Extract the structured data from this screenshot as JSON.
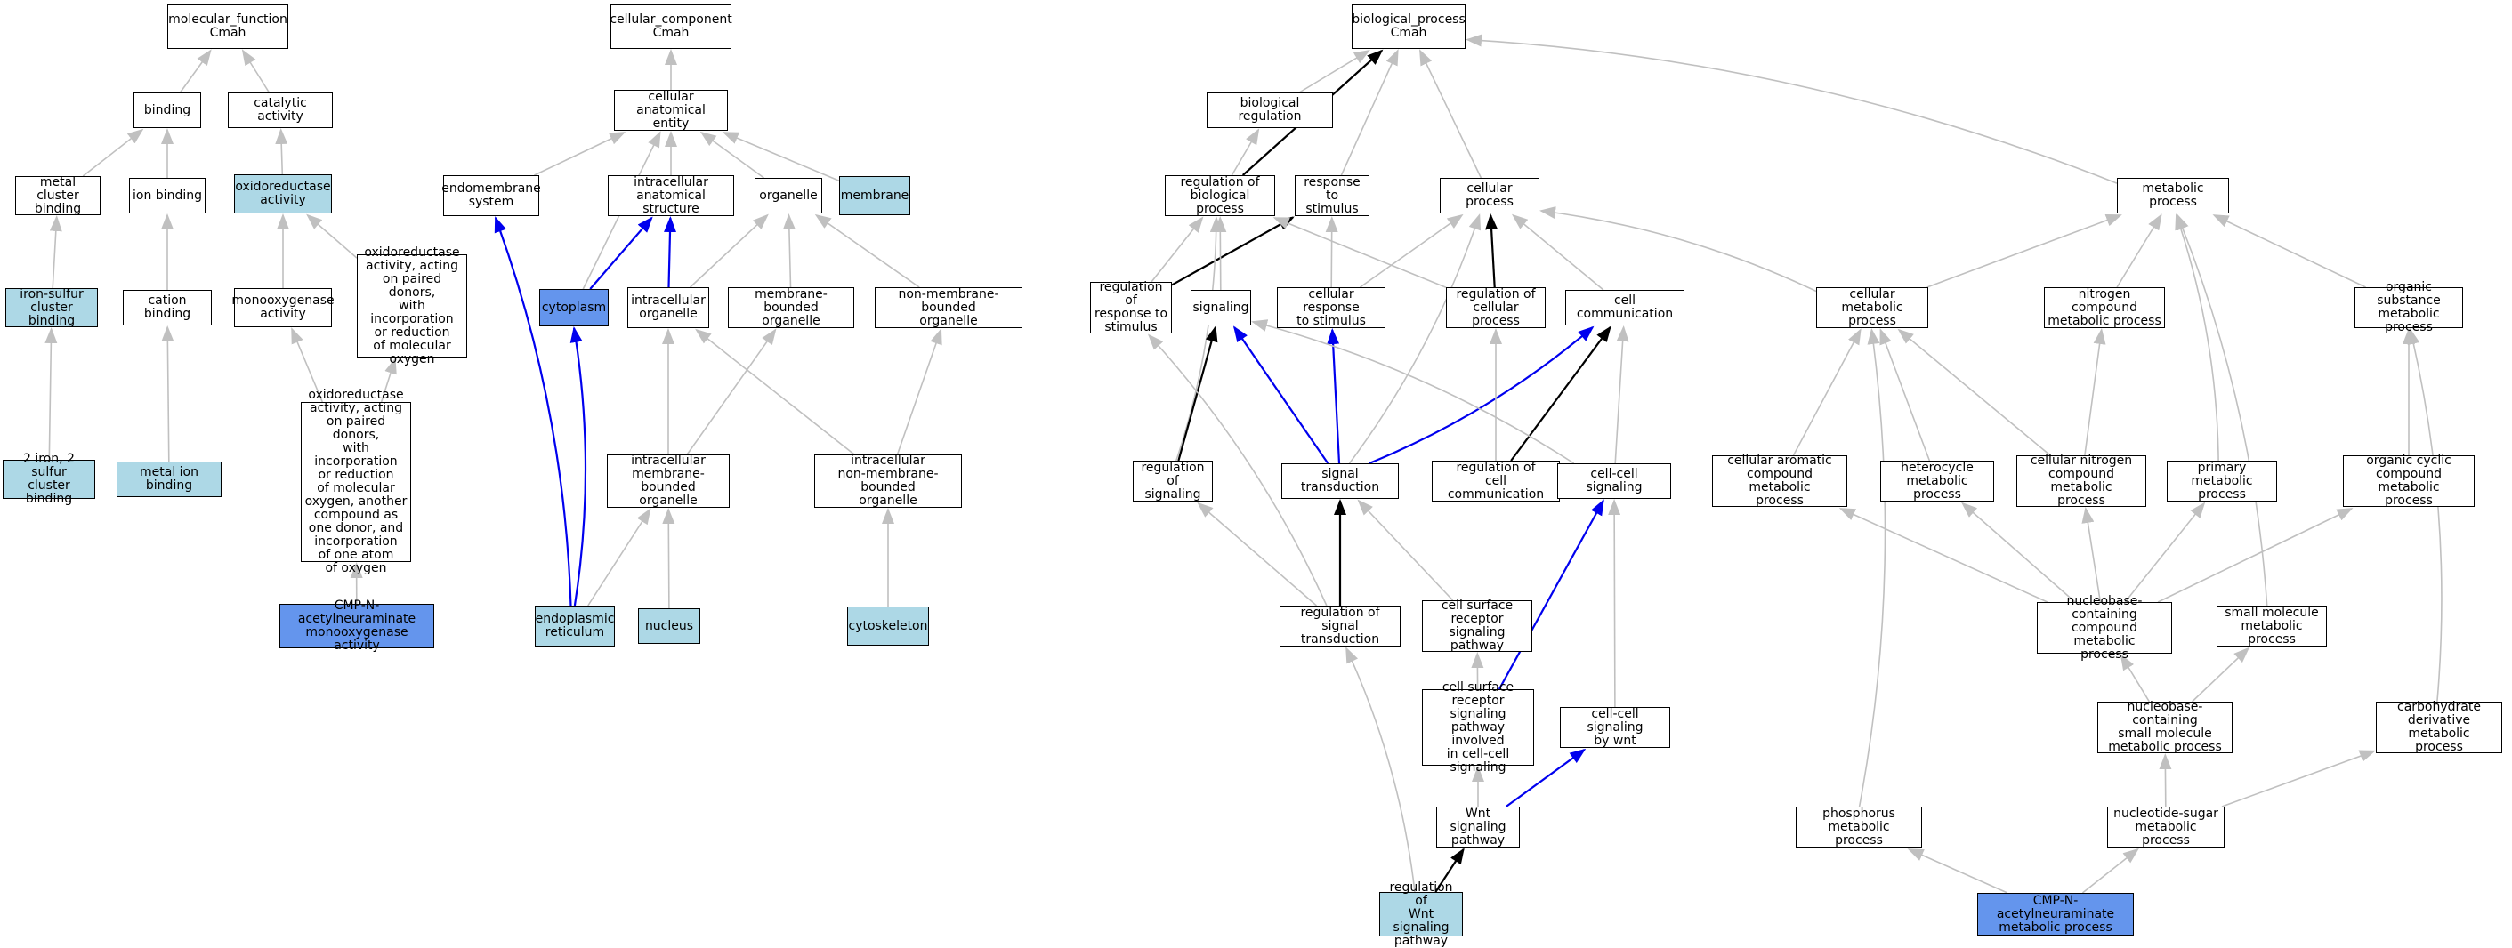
{
  "nodes": [
    {
      "id": "mf",
      "label": "molecular_function\nCmah",
      "color": "white"
    },
    {
      "id": "cc",
      "label": "cellular_component\nCmah",
      "color": "white"
    },
    {
      "id": "bp",
      "label": "biological_process\nCmah",
      "color": "white"
    },
    {
      "id": "binding",
      "label": "binding",
      "color": "white"
    },
    {
      "id": "catalytic",
      "label": "catalytic activity",
      "color": "white"
    },
    {
      "id": "metalcluster",
      "label": "metal cluster\nbinding",
      "color": "white"
    },
    {
      "id": "ionbinding",
      "label": "ion binding",
      "color": "white"
    },
    {
      "id": "oxred",
      "label": "oxidoreductase\nactivity",
      "color": "light"
    },
    {
      "id": "ironsulfur",
      "label": "iron-sulfur\ncluster binding",
      "color": "light"
    },
    {
      "id": "cationbinding",
      "label": "cation binding",
      "color": "white"
    },
    {
      "id": "monoox",
      "label": "monooxygenase\nactivity",
      "color": "white"
    },
    {
      "id": "oxredpaired",
      "label": "oxidoreductase\nactivity, acting\non paired donors,\nwith incorporation\nor reduction\nof molecular\noxygen",
      "color": "white"
    },
    {
      "id": "fe2s2",
      "label": "2 iron, 2 sulfur\ncluster binding",
      "color": "light"
    },
    {
      "id": "metalion",
      "label": "metal ion binding",
      "color": "light"
    },
    {
      "id": "oxredlong",
      "label": "oxidoreductase\nactivity, acting\non paired donors,\nwith incorporation\nor reduction\nof molecular\noxygen, another\ncompound as\none donor, and\nincorporation\nof one atom\nof oxygen",
      "color": "white"
    },
    {
      "id": "cmahact",
      "label": "CMP-N-acetylneuraminate\nmonooxygenase\nactivity",
      "color": "dark"
    },
    {
      "id": "cae",
      "label": "cellular anatomical\nentity",
      "color": "white"
    },
    {
      "id": "endomem",
      "label": "endomembrane\nsystem",
      "color": "white"
    },
    {
      "id": "intraanat",
      "label": "intracellular\nanatomical structure",
      "color": "white"
    },
    {
      "id": "organelle",
      "label": "organelle",
      "color": "white"
    },
    {
      "id": "membrane",
      "label": "membrane",
      "color": "light"
    },
    {
      "id": "cytoplasm",
      "label": "cytoplasm",
      "color": "dark"
    },
    {
      "id": "intraorg",
      "label": "intracellular\norganelle",
      "color": "white"
    },
    {
      "id": "membound",
      "label": "membrane-bounded\norganelle",
      "color": "white"
    },
    {
      "id": "nonmembound",
      "label": "non-membrane-bounded\norganelle",
      "color": "white"
    },
    {
      "id": "intramembound",
      "label": "intracellular\nmembrane-bounded\norganelle",
      "color": "white"
    },
    {
      "id": "intranonmem",
      "label": "intracellular\nnon-membrane-bounded\norganelle",
      "color": "white"
    },
    {
      "id": "er",
      "label": "endoplasmic\nreticulum",
      "color": "light"
    },
    {
      "id": "nucleus",
      "label": "nucleus",
      "color": "light"
    },
    {
      "id": "cytoskeleton",
      "label": "cytoskeleton",
      "color": "light"
    },
    {
      "id": "bioreg",
      "label": "biological regulation",
      "color": "white"
    },
    {
      "id": "regbp",
      "label": "regulation of\nbiological process",
      "color": "white"
    },
    {
      "id": "resp",
      "label": "response to\nstimulus",
      "color": "white"
    },
    {
      "id": "cellproc",
      "label": "cellular process",
      "color": "white"
    },
    {
      "id": "metproc",
      "label": "metabolic process",
      "color": "white"
    },
    {
      "id": "regresp",
      "label": "regulation of\nresponse to\nstimulus",
      "color": "white"
    },
    {
      "id": "signaling",
      "label": "signaling",
      "color": "white"
    },
    {
      "id": "cellresp",
      "label": "cellular response\nto stimulus",
      "color": "white"
    },
    {
      "id": "regcellproc",
      "label": "regulation of\ncellular process",
      "color": "white"
    },
    {
      "id": "cellcomm",
      "label": "cell communication",
      "color": "white"
    },
    {
      "id": "cellmet",
      "label": "cellular metabolic\nprocess",
      "color": "white"
    },
    {
      "id": "nitromet",
      "label": "nitrogen compound\nmetabolic process",
      "color": "white"
    },
    {
      "id": "orgsub",
      "label": "organic substance\nmetabolic process",
      "color": "white"
    },
    {
      "id": "regsig",
      "label": "regulation of\nsignaling",
      "color": "white"
    },
    {
      "id": "sigtrans",
      "label": "signal transduction",
      "color": "white"
    },
    {
      "id": "regcellcomm",
      "label": "regulation of\ncell communication",
      "color": "white"
    },
    {
      "id": "cellcellsig",
      "label": "cell-cell signaling",
      "color": "white"
    },
    {
      "id": "cellarom",
      "label": "cellular aromatic\ncompound metabolic\nprocess",
      "color": "white"
    },
    {
      "id": "heterocycle",
      "label": "heterocycle\nmetabolic process",
      "color": "white"
    },
    {
      "id": "cellnitro",
      "label": "cellular nitrogen\ncompound metabolic\nprocess",
      "color": "white"
    },
    {
      "id": "primary",
      "label": "primary metabolic\nprocess",
      "color": "white"
    },
    {
      "id": "orgcyclic",
      "label": "organic cyclic\ncompound metabolic\nprocess",
      "color": "white"
    },
    {
      "id": "regsigtrans",
      "label": "regulation of\nsignal transduction",
      "color": "white"
    },
    {
      "id": "csrsp",
      "label": "cell surface\nreceptor signaling\npathway",
      "color": "white"
    },
    {
      "id": "nbcmp",
      "label": "nucleobase-containing\ncompound metabolic\nprocess",
      "color": "white"
    },
    {
      "id": "smallmol",
      "label": "small molecule\nmetabolic process",
      "color": "white"
    },
    {
      "id": "csrspcc",
      "label": "cell surface\nreceptor signaling\npathway involved\nin cell-cell\nsignaling",
      "color": "white"
    },
    {
      "id": "ccwnt",
      "label": "cell-cell signaling\nby wnt",
      "color": "white"
    },
    {
      "id": "nbsmall",
      "label": "nucleobase-containing\nsmall molecule\nmetabolic process",
      "color": "white"
    },
    {
      "id": "carbo",
      "label": "carbohydrate\nderivative metabolic\nprocess",
      "color": "white"
    },
    {
      "id": "wnt",
      "label": "Wnt signaling\npathway",
      "color": "white"
    },
    {
      "id": "phos",
      "label": "phosphorus metabolic\nprocess",
      "color": "white"
    },
    {
      "id": "nucsugar",
      "label": "nucleotide-sugar\nmetabolic process",
      "color": "white"
    },
    {
      "id": "regwnt",
      "label": "regulation of\nWnt signaling\npathway",
      "color": "light"
    },
    {
      "id": "cmahproc",
      "label": "CMP-N-acetylneuraminate\nmetabolic process",
      "color": "dark"
    }
  ],
  "edges": [
    {
      "from": "binding",
      "to": "mf",
      "kind": "is_a"
    },
    {
      "from": "catalytic",
      "to": "mf",
      "kind": "is_a"
    },
    {
      "from": "metalcluster",
      "to": "binding",
      "kind": "is_a"
    },
    {
      "from": "ionbinding",
      "to": "binding",
      "kind": "is_a"
    },
    {
      "from": "oxred",
      "to": "catalytic",
      "kind": "is_a"
    },
    {
      "from": "ironsulfur",
      "to": "metalcluster",
      "kind": "is_a"
    },
    {
      "from": "cationbinding",
      "to": "ionbinding",
      "kind": "is_a"
    },
    {
      "from": "monoox",
      "to": "oxred",
      "kind": "is_a"
    },
    {
      "from": "oxredpaired",
      "to": "oxred",
      "kind": "is_a"
    },
    {
      "from": "fe2s2",
      "to": "ironsulfur",
      "kind": "is_a"
    },
    {
      "from": "metalion",
      "to": "cationbinding",
      "kind": "is_a"
    },
    {
      "from": "oxredlong",
      "to": "monoox",
      "kind": "is_a"
    },
    {
      "from": "oxredlong",
      "to": "oxredpaired",
      "kind": "is_a"
    },
    {
      "from": "cmahact",
      "to": "oxredlong",
      "kind": "is_a"
    },
    {
      "from": "cae",
      "to": "cc",
      "kind": "is_a"
    },
    {
      "from": "endomem",
      "to": "cae",
      "kind": "is_a"
    },
    {
      "from": "intraanat",
      "to": "cae",
      "kind": "is_a"
    },
    {
      "from": "organelle",
      "to": "cae",
      "kind": "is_a"
    },
    {
      "from": "membrane",
      "to": "cae",
      "kind": "is_a"
    },
    {
      "from": "cytoplasm",
      "to": "cae",
      "kind": "is_a"
    },
    {
      "from": "cytoplasm",
      "to": "intraanat",
      "kind": "part_of"
    },
    {
      "from": "intraorg",
      "to": "intraanat",
      "kind": "part_of"
    },
    {
      "from": "intraorg",
      "to": "organelle",
      "kind": "is_a"
    },
    {
      "from": "membound",
      "to": "organelle",
      "kind": "is_a"
    },
    {
      "from": "nonmembound",
      "to": "organelle",
      "kind": "is_a"
    },
    {
      "from": "intramembound",
      "to": "intraorg",
      "kind": "is_a"
    },
    {
      "from": "intramembound",
      "to": "membound",
      "kind": "is_a"
    },
    {
      "from": "intranonmem",
      "to": "intraorg",
      "kind": "is_a"
    },
    {
      "from": "intranonmem",
      "to": "nonmembound",
      "kind": "is_a"
    },
    {
      "from": "er",
      "to": "intramembound",
      "kind": "is_a"
    },
    {
      "from": "er",
      "to": "cytoplasm",
      "kind": "part_of"
    },
    {
      "from": "er",
      "to": "endomem",
      "kind": "part_of"
    },
    {
      "from": "nucleus",
      "to": "intramembound",
      "kind": "is_a"
    },
    {
      "from": "cytoskeleton",
      "to": "intranonmem",
      "kind": "is_a"
    },
    {
      "from": "bioreg",
      "to": "bp",
      "kind": "is_a"
    },
    {
      "from": "regbp",
      "to": "bp",
      "kind": "regulates"
    },
    {
      "from": "regbp",
      "to": "bioreg",
      "kind": "is_a"
    },
    {
      "from": "resp",
      "to": "bp",
      "kind": "is_a"
    },
    {
      "from": "cellproc",
      "to": "bp",
      "kind": "is_a"
    },
    {
      "from": "metproc",
      "to": "bp",
      "kind": "is_a"
    },
    {
      "from": "regresp",
      "to": "regbp",
      "kind": "is_a"
    },
    {
      "from": "regresp",
      "to": "resp",
      "kind": "regulates"
    },
    {
      "from": "signaling",
      "to": "regbp",
      "kind": "is_a"
    },
    {
      "from": "cellresp",
      "to": "resp",
      "kind": "is_a"
    },
    {
      "from": "cellresp",
      "to": "cellproc",
      "kind": "is_a"
    },
    {
      "from": "regcellproc",
      "to": "regbp",
      "kind": "is_a"
    },
    {
      "from": "regcellproc",
      "to": "cellproc",
      "kind": "regulates"
    },
    {
      "from": "cellcomm",
      "to": "cellproc",
      "kind": "is_a"
    },
    {
      "from": "cellmet",
      "to": "cellproc",
      "kind": "is_a"
    },
    {
      "from": "cellmet",
      "to": "metproc",
      "kind": "is_a"
    },
    {
      "from": "nitromet",
      "to": "metproc",
      "kind": "is_a"
    },
    {
      "from": "orgsub",
      "to": "metproc",
      "kind": "is_a"
    },
    {
      "from": "regsig",
      "to": "regbp",
      "kind": "is_a"
    },
    {
      "from": "regsig",
      "to": "signaling",
      "kind": "regulates"
    },
    {
      "from": "sigtrans",
      "to": "signaling",
      "kind": "part_of"
    },
    {
      "from": "sigtrans",
      "to": "cellresp",
      "kind": "part_of"
    },
    {
      "from": "sigtrans",
      "to": "cellproc",
      "kind": "is_a"
    },
    {
      "from": "sigtrans",
      "to": "cellcomm",
      "kind": "part_of"
    },
    {
      "from": "regcellcomm",
      "to": "regcellproc",
      "kind": "is_a"
    },
    {
      "from": "regcellcomm",
      "to": "cellcomm",
      "kind": "regulates"
    },
    {
      "from": "cellcellsig",
      "to": "signaling",
      "kind": "is_a"
    },
    {
      "from": "cellcellsig",
      "to": "cellcomm",
      "kind": "is_a"
    },
    {
      "from": "cellarom",
      "to": "cellmet",
      "kind": "is_a"
    },
    {
      "from": "heterocycle",
      "to": "cellmet",
      "kind": "is_a"
    },
    {
      "from": "cellnitro",
      "to": "cellmet",
      "kind": "is_a"
    },
    {
      "from": "cellnitro",
      "to": "nitromet",
      "kind": "is_a"
    },
    {
      "from": "primary",
      "to": "metproc",
      "kind": "is_a"
    },
    {
      "from": "orgcyclic",
      "to": "orgsub",
      "kind": "is_a"
    },
    {
      "from": "regsigtrans",
      "to": "regsig",
      "kind": "is_a"
    },
    {
      "from": "regsigtrans",
      "to": "regresp",
      "kind": "is_a"
    },
    {
      "from": "regsigtrans",
      "to": "sigtrans",
      "kind": "regulates"
    },
    {
      "from": "csrsp",
      "to": "sigtrans",
      "kind": "is_a"
    },
    {
      "from": "nbcmp",
      "to": "cellarom",
      "kind": "is_a"
    },
    {
      "from": "nbcmp",
      "to": "heterocycle",
      "kind": "is_a"
    },
    {
      "from": "nbcmp",
      "to": "cellnitro",
      "kind": "is_a"
    },
    {
      "from": "nbcmp",
      "to": "primary",
      "kind": "is_a"
    },
    {
      "from": "nbcmp",
      "to": "orgcyclic",
      "kind": "is_a"
    },
    {
      "from": "smallmol",
      "to": "metproc",
      "kind": "is_a"
    },
    {
      "from": "csrspcc",
      "to": "csrsp",
      "kind": "is_a"
    },
    {
      "from": "csrspcc",
      "to": "cellcellsig",
      "kind": "part_of"
    },
    {
      "from": "ccwnt",
      "to": "cellcellsig",
      "kind": "is_a"
    },
    {
      "from": "nbsmall",
      "to": "nbcmp",
      "kind": "is_a"
    },
    {
      "from": "nbsmall",
      "to": "smallmol",
      "kind": "is_a"
    },
    {
      "from": "carbo",
      "to": "orgsub",
      "kind": "is_a"
    },
    {
      "from": "wnt",
      "to": "csrspcc",
      "kind": "is_a"
    },
    {
      "from": "wnt",
      "to": "ccwnt",
      "kind": "part_of"
    },
    {
      "from": "phos",
      "to": "cellmet",
      "kind": "is_a"
    },
    {
      "from": "nucsugar",
      "to": "nbsmall",
      "kind": "is_a"
    },
    {
      "from": "nucsugar",
      "to": "carbo",
      "kind": "is_a"
    },
    {
      "from": "regwnt",
      "to": "wnt",
      "kind": "regulates"
    },
    {
      "from": "regwnt",
      "to": "regsigtrans",
      "kind": "is_a"
    },
    {
      "from": "cmahproc",
      "to": "phos",
      "kind": "is_a"
    },
    {
      "from": "cmahproc",
      "to": "nucsugar",
      "kind": "is_a"
    }
  ],
  "colors": {
    "white": "#ffffff",
    "light": "#add8e6",
    "dark": "#6495ed",
    "is_a": "#c0c0c0",
    "part_of": "#0000ee",
    "regulates": "#000000"
  }
}
